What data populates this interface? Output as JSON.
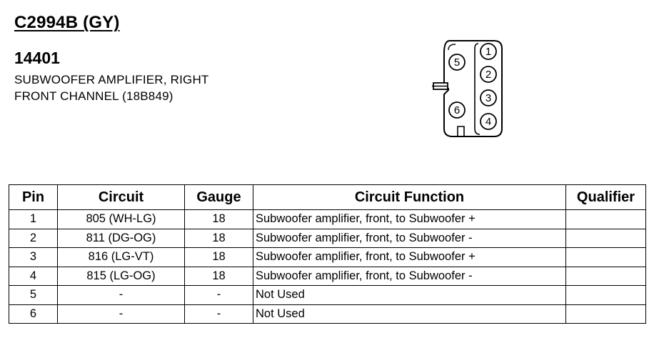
{
  "connector": {
    "id": "C2994B (GY)",
    "part_number": "14401",
    "description_line1": "SUBWOOFER AMPLIFIER, RIGHT",
    "description_line2": "FRONT CHANNEL (18B849)"
  },
  "diagram": {
    "pins": [
      "1",
      "2",
      "3",
      "4",
      "5",
      "6"
    ]
  },
  "table": {
    "headers": {
      "pin": "Pin",
      "circuit": "Circuit",
      "gauge": "Gauge",
      "function": "Circuit Function",
      "qualifier": "Qualifier"
    },
    "rows": [
      {
        "pin": "1",
        "circuit": "805 (WH-LG)",
        "gauge": "18",
        "function": "Subwoofer amplifier, front, to Subwoofer +",
        "qualifier": ""
      },
      {
        "pin": "2",
        "circuit": "811 (DG-OG)",
        "gauge": "18",
        "function": "Subwoofer amplifier, front, to Subwoofer -",
        "qualifier": ""
      },
      {
        "pin": "3",
        "circuit": "816 (LG-VT)",
        "gauge": "18",
        "function": "Subwoofer amplifier, front, to Subwoofer +",
        "qualifier": ""
      },
      {
        "pin": "4",
        "circuit": "815 (LG-OG)",
        "gauge": "18",
        "function": "Subwoofer amplifier, front, to Subwoofer -",
        "qualifier": ""
      },
      {
        "pin": "5",
        "circuit": "-",
        "gauge": "-",
        "function": "Not Used",
        "qualifier": ""
      },
      {
        "pin": "6",
        "circuit": "-",
        "gauge": "-",
        "function": "Not Used",
        "qualifier": ""
      }
    ]
  }
}
